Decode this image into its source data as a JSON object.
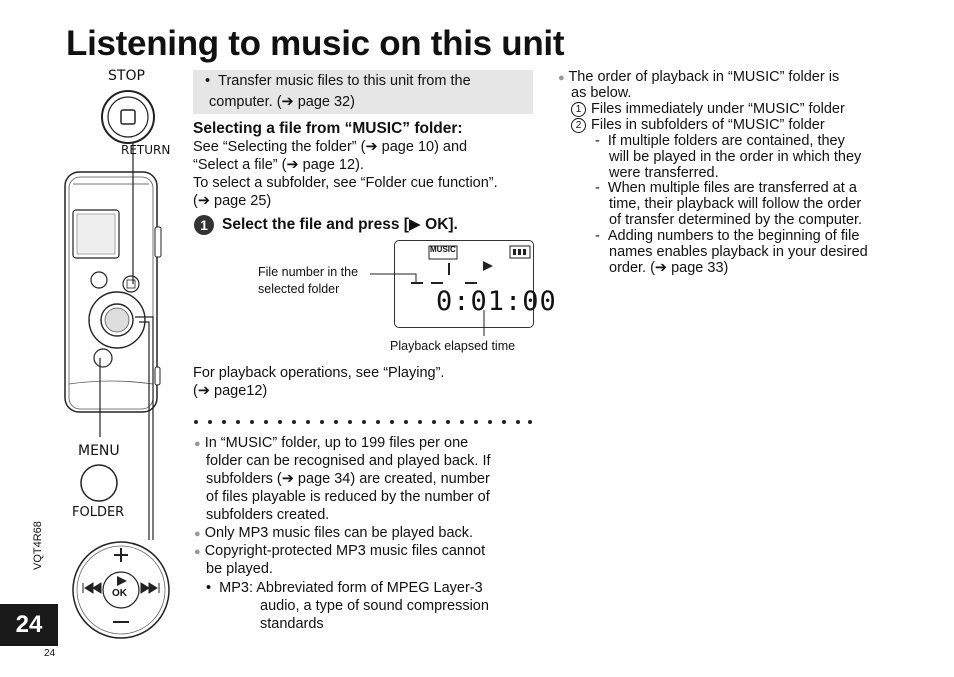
{
  "title": "Listening to music on this unit",
  "device_labels": {
    "stop": "STOP",
    "return": "RETURN",
    "menu": "MENU",
    "folder": "FOLDER",
    "ok": "OK"
  },
  "note_box": {
    "line1": "Transfer music files to this unit from the",
    "line2": "computer. (➔ page 32)"
  },
  "selecting": {
    "heading": "Selecting a file from “MUSIC” folder:",
    "lines": [
      "See “Selecting the folder” (➔ page 10) and",
      "“Select a file” (➔ page 12).",
      "To select a subfolder, see “Folder cue function”.",
      "(➔ page 25)"
    ]
  },
  "step1": {
    "number": "1",
    "text": "Select the file and press [▶ OK]."
  },
  "display": {
    "music_tag": "MUSIC",
    "time": "0:01:00",
    "label_file_line1": "File number in the",
    "label_file_line2": "selected folder",
    "label_elapsed": "Playback elapsed time"
  },
  "playback_ops": {
    "line1": "For playback operations, see “Playing”.",
    "line2": "(➔ page12)"
  },
  "notes": {
    "n1": [
      "In “MUSIC” folder, up to 199 files per one",
      "folder can be recognised and played back. If",
      "subfolders (➔ page 34) are created, number",
      "of files playable is reduced by the number of",
      "subfolders created."
    ],
    "n2": "Only MP3 music files can be played back.",
    "n3": [
      "Copyright-protected MP3 music files cannot",
      "be played."
    ],
    "mp3": [
      "MP3: Abbreviated form of MPEG Layer-3",
      "audio, a type of sound compression",
      "standards"
    ]
  },
  "right": {
    "intro": [
      "The order of playback in “MUSIC” folder is",
      "as below."
    ],
    "item1": "Files immediately under “MUSIC” folder",
    "item2": "Files in subfolders of “MUSIC” folder",
    "dash1": [
      "If multiple folders are contained, they",
      "will be played in the order in which they",
      "were transferred."
    ],
    "dash2": [
      "When multiple files are transferred at a",
      "time, their playback will follow the order",
      "of transfer determined by the computer."
    ],
    "dash3": [
      "Adding numbers to the beginning of file",
      "names enables playback in your desired",
      "order. (➔ page 33)"
    ]
  },
  "footer": {
    "model": "VQT4R68",
    "page_tab": "24",
    "page_small": "24"
  }
}
